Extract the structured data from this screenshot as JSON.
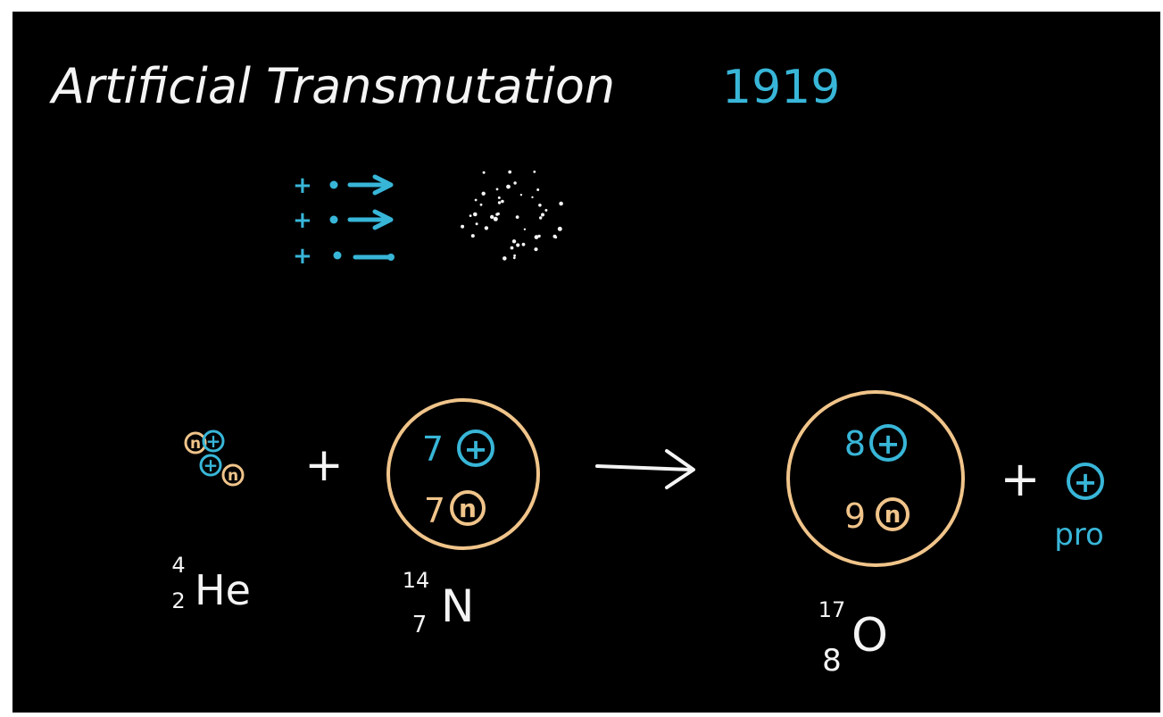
{
  "title": "Artificial Transmutation",
  "year": "1919",
  "colors": {
    "background": "#000000",
    "white": "#f4f4f4",
    "cyan": "#38b6d8",
    "tan": "#f0c48a"
  },
  "alpha_beam": {
    "particle_symbol": "+"
  },
  "reaction": {
    "plus_sign": "+",
    "helium": {
      "neutron_label": "n",
      "proton_label": "+",
      "mass_number": "4",
      "atomic_number": "2",
      "symbol": "He"
    },
    "nitrogen": {
      "proton_count": "7",
      "neutron_count": "7",
      "proton_label": "+",
      "neutron_label": "n",
      "mass_number": "14",
      "atomic_number": "7",
      "symbol": "N"
    },
    "oxygen": {
      "proton_count": "8",
      "neutron_count": "9",
      "proton_label": "+",
      "neutron_label": "n",
      "mass_number": "17",
      "atomic_number": "8",
      "symbol": "O"
    },
    "product_plus_sign": "+",
    "proton": {
      "label": "+",
      "caption": "pro"
    }
  }
}
